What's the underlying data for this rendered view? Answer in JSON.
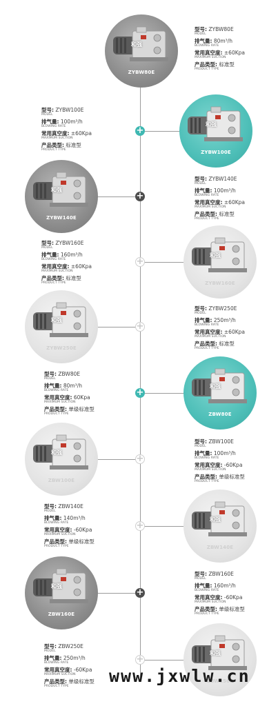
{
  "labels": {
    "model": "型号:",
    "model_en": "MODEL",
    "rate": "排气量:",
    "rate_en": "BLOWING RATE",
    "suction": "常用真空度:",
    "suction_en": "MAXIMUM SUCTION",
    "type": "产品类型:",
    "type_en": "PRODUCT TYPE"
  },
  "brand_text": "和强",
  "watermark": "www.jxwlw.cn",
  "products": [
    {
      "model": "ZYBW80E",
      "rate": "80m³/h",
      "suction": "±60Kpa",
      "type": "标准型",
      "node": "none",
      "circle": "gray"
    },
    {
      "model": "ZYBW100E",
      "rate": "100m³/h",
      "suction": "±60Kpa",
      "type": "标准型",
      "node": "teal",
      "circle": "teal"
    },
    {
      "model": "ZYBW140E",
      "rate": "100m³/h",
      "suction": "±60Kpa",
      "type": "标准型",
      "node": "dark",
      "circle": "gray"
    },
    {
      "model": "ZYBW160E",
      "rate": "160m³/h",
      "suction": "±60Kpa",
      "type": "标准型",
      "node": "light",
      "circle": "light"
    },
    {
      "model": "ZYBW250E",
      "rate": "250m³/h",
      "suction": "±60Kpa",
      "type": "标准型",
      "node": "light",
      "circle": "light"
    },
    {
      "model": "ZBW80E",
      "rate": "80m³/h",
      "suction": "60Kpa",
      "type": "单级标准型",
      "node": "teal",
      "circle": "teal"
    },
    {
      "model": "ZBW100E",
      "rate": "100m³/h",
      "suction": "-60Kpa",
      "type": "单级标准型",
      "node": "light",
      "circle": "light"
    },
    {
      "model": "ZBW140E",
      "rate": "140m³/h",
      "suction": "-60Kpa",
      "type": "单级标准型",
      "node": "light",
      "circle": "light"
    },
    {
      "model": "ZBW160E",
      "rate": "160m³/h",
      "suction": "-60Kpa",
      "type": "单级标准型",
      "node": "dark",
      "circle": "gray"
    },
    {
      "model": "ZBW250E",
      "rate": "250m³/h",
      "suction": "-60Kpa",
      "type": "单级标准型",
      "node": "light",
      "circle": "light"
    }
  ]
}
